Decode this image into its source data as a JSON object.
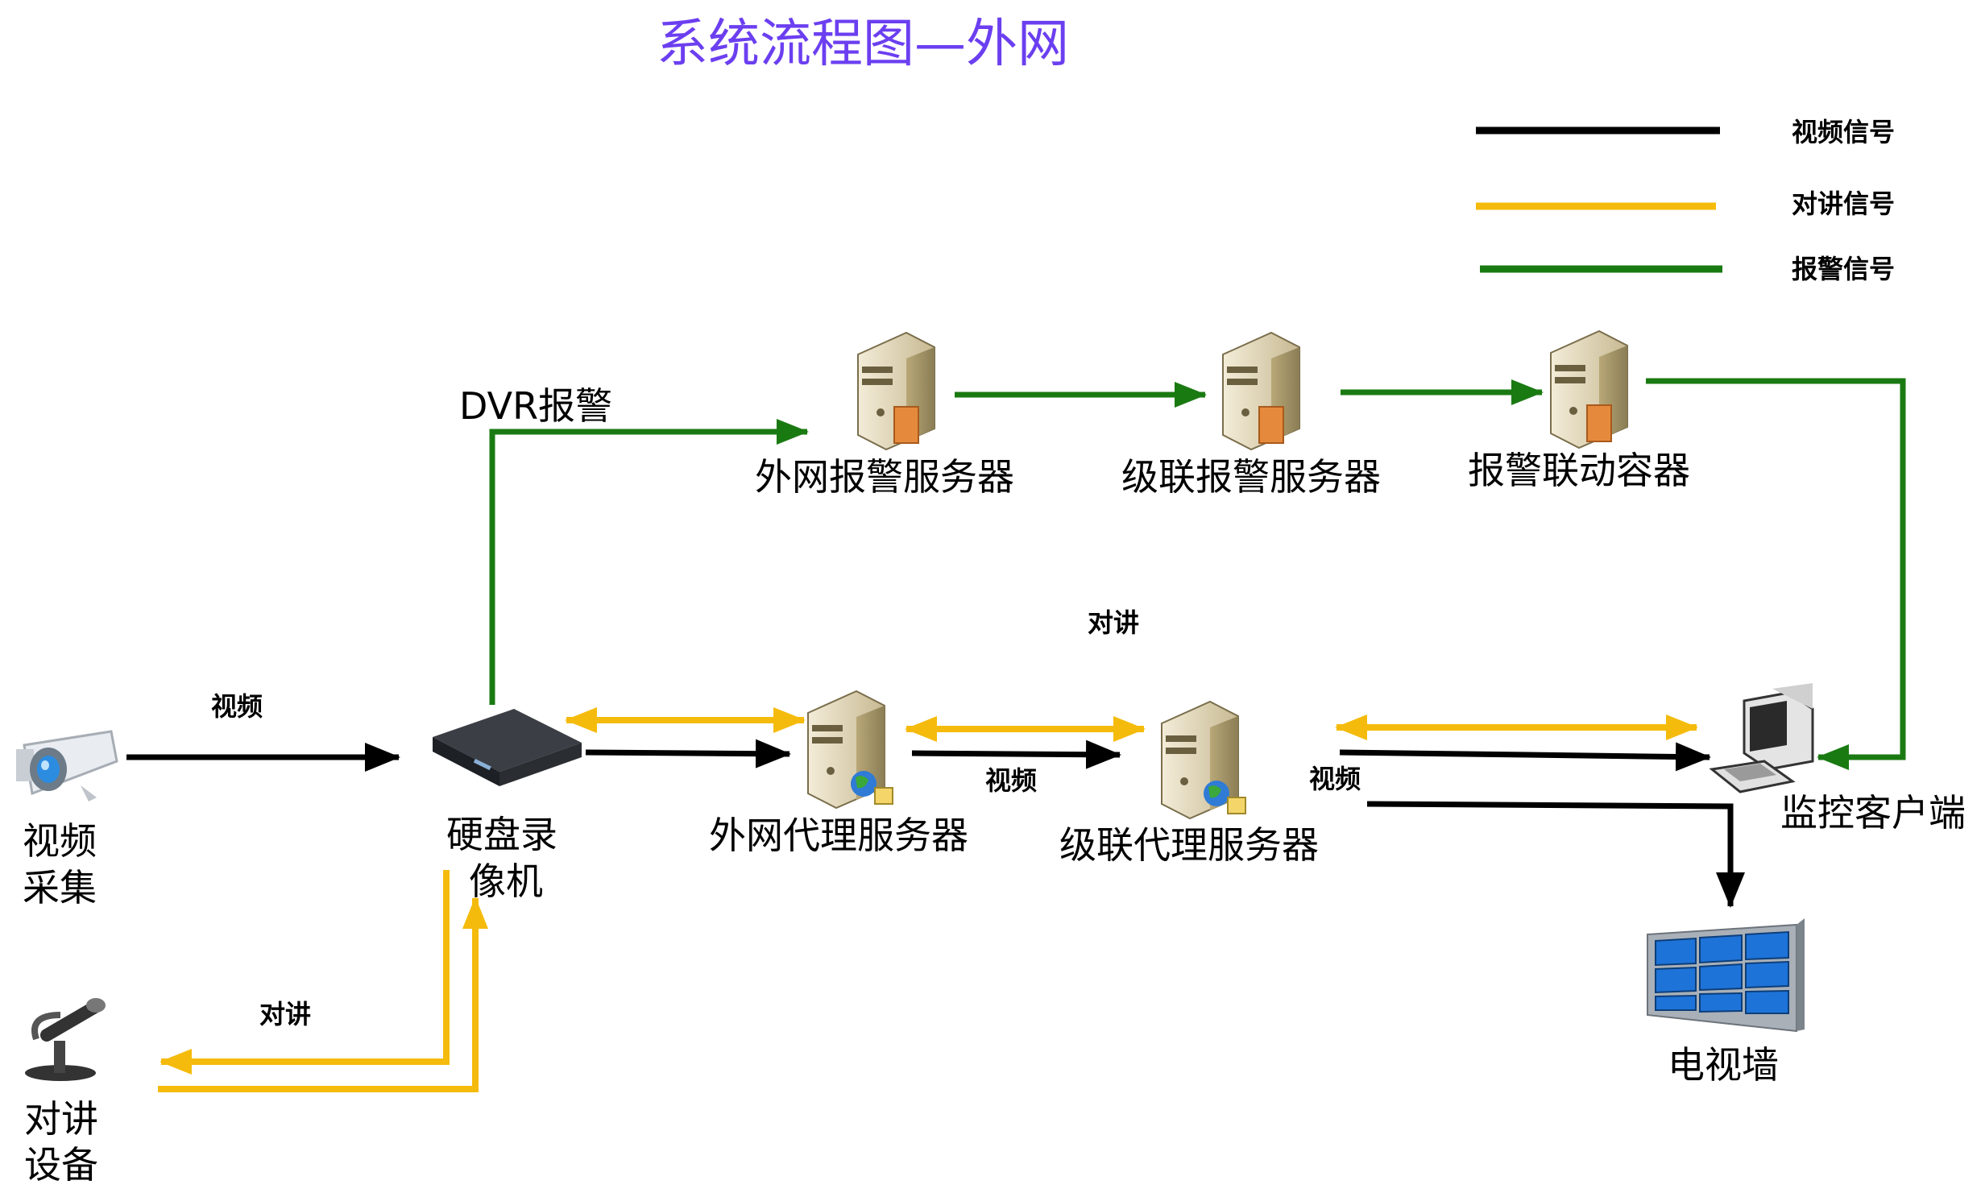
{
  "title": "系统流程图—外网",
  "legend": {
    "video": "视频信号",
    "intercom": "对讲信号",
    "alarm": "报警信号"
  },
  "colors": {
    "video": "#000000",
    "intercom": "#f5bb0c",
    "alarm": "#1a7a12",
    "title": "#6b3ff0"
  },
  "nodes": {
    "camera": [
      "视频",
      "采集"
    ],
    "dvr": [
      "硬盘录",
      "像机"
    ],
    "mic": [
      "对讲",
      "设备"
    ],
    "alarm_server": "外网报警服务器",
    "cascade_alarm_server": "级联报警服务器",
    "alarm_linkage": "报警联动容器",
    "proxy_server": "外网代理服务器",
    "cascade_proxy_server": "级联代理服务器",
    "client": "监控客户端",
    "video_wall": "电视墙"
  },
  "edge_labels": {
    "dvr_alarm": "DVR报警",
    "cam_video": "视频",
    "intercom_top": "对讲",
    "proxy_video": "视频",
    "cascade_video": "视频",
    "mic_intercom": "对讲"
  }
}
